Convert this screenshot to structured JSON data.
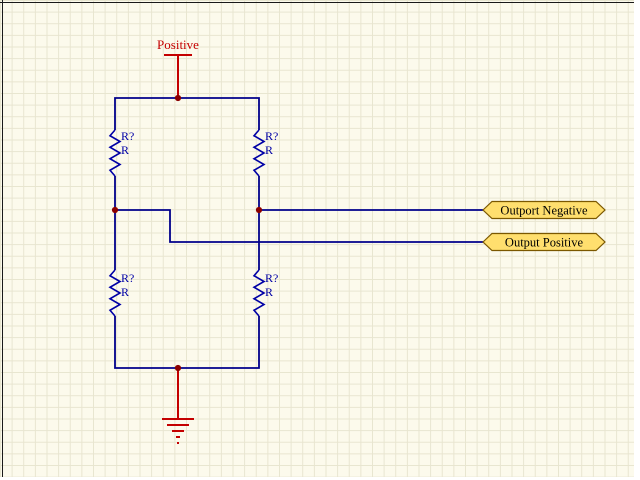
{
  "schematic": {
    "power_label": "Positive",
    "resistors": [
      {
        "designator": "R?",
        "value": "R"
      },
      {
        "designator": "R?",
        "value": "R"
      },
      {
        "designator": "R?",
        "value": "R"
      },
      {
        "designator": "R?",
        "value": "R"
      }
    ],
    "ports": [
      {
        "label": "Outport Negative"
      },
      {
        "label": "Output Positive"
      }
    ],
    "symbols": {
      "power": "vcc-bar-icon",
      "ground": "earth-ground-icon",
      "junction": "junction-dot"
    }
  },
  "colors": {
    "background": "#FCFAEC",
    "grid": "#E8E5D0",
    "wire": "#00008B",
    "junction": "#8B0000",
    "power": "#C40000",
    "component": "#0000A6",
    "port_fill": "#FFDF6E",
    "port_border": "#7B5800",
    "port_text": "#000000"
  }
}
